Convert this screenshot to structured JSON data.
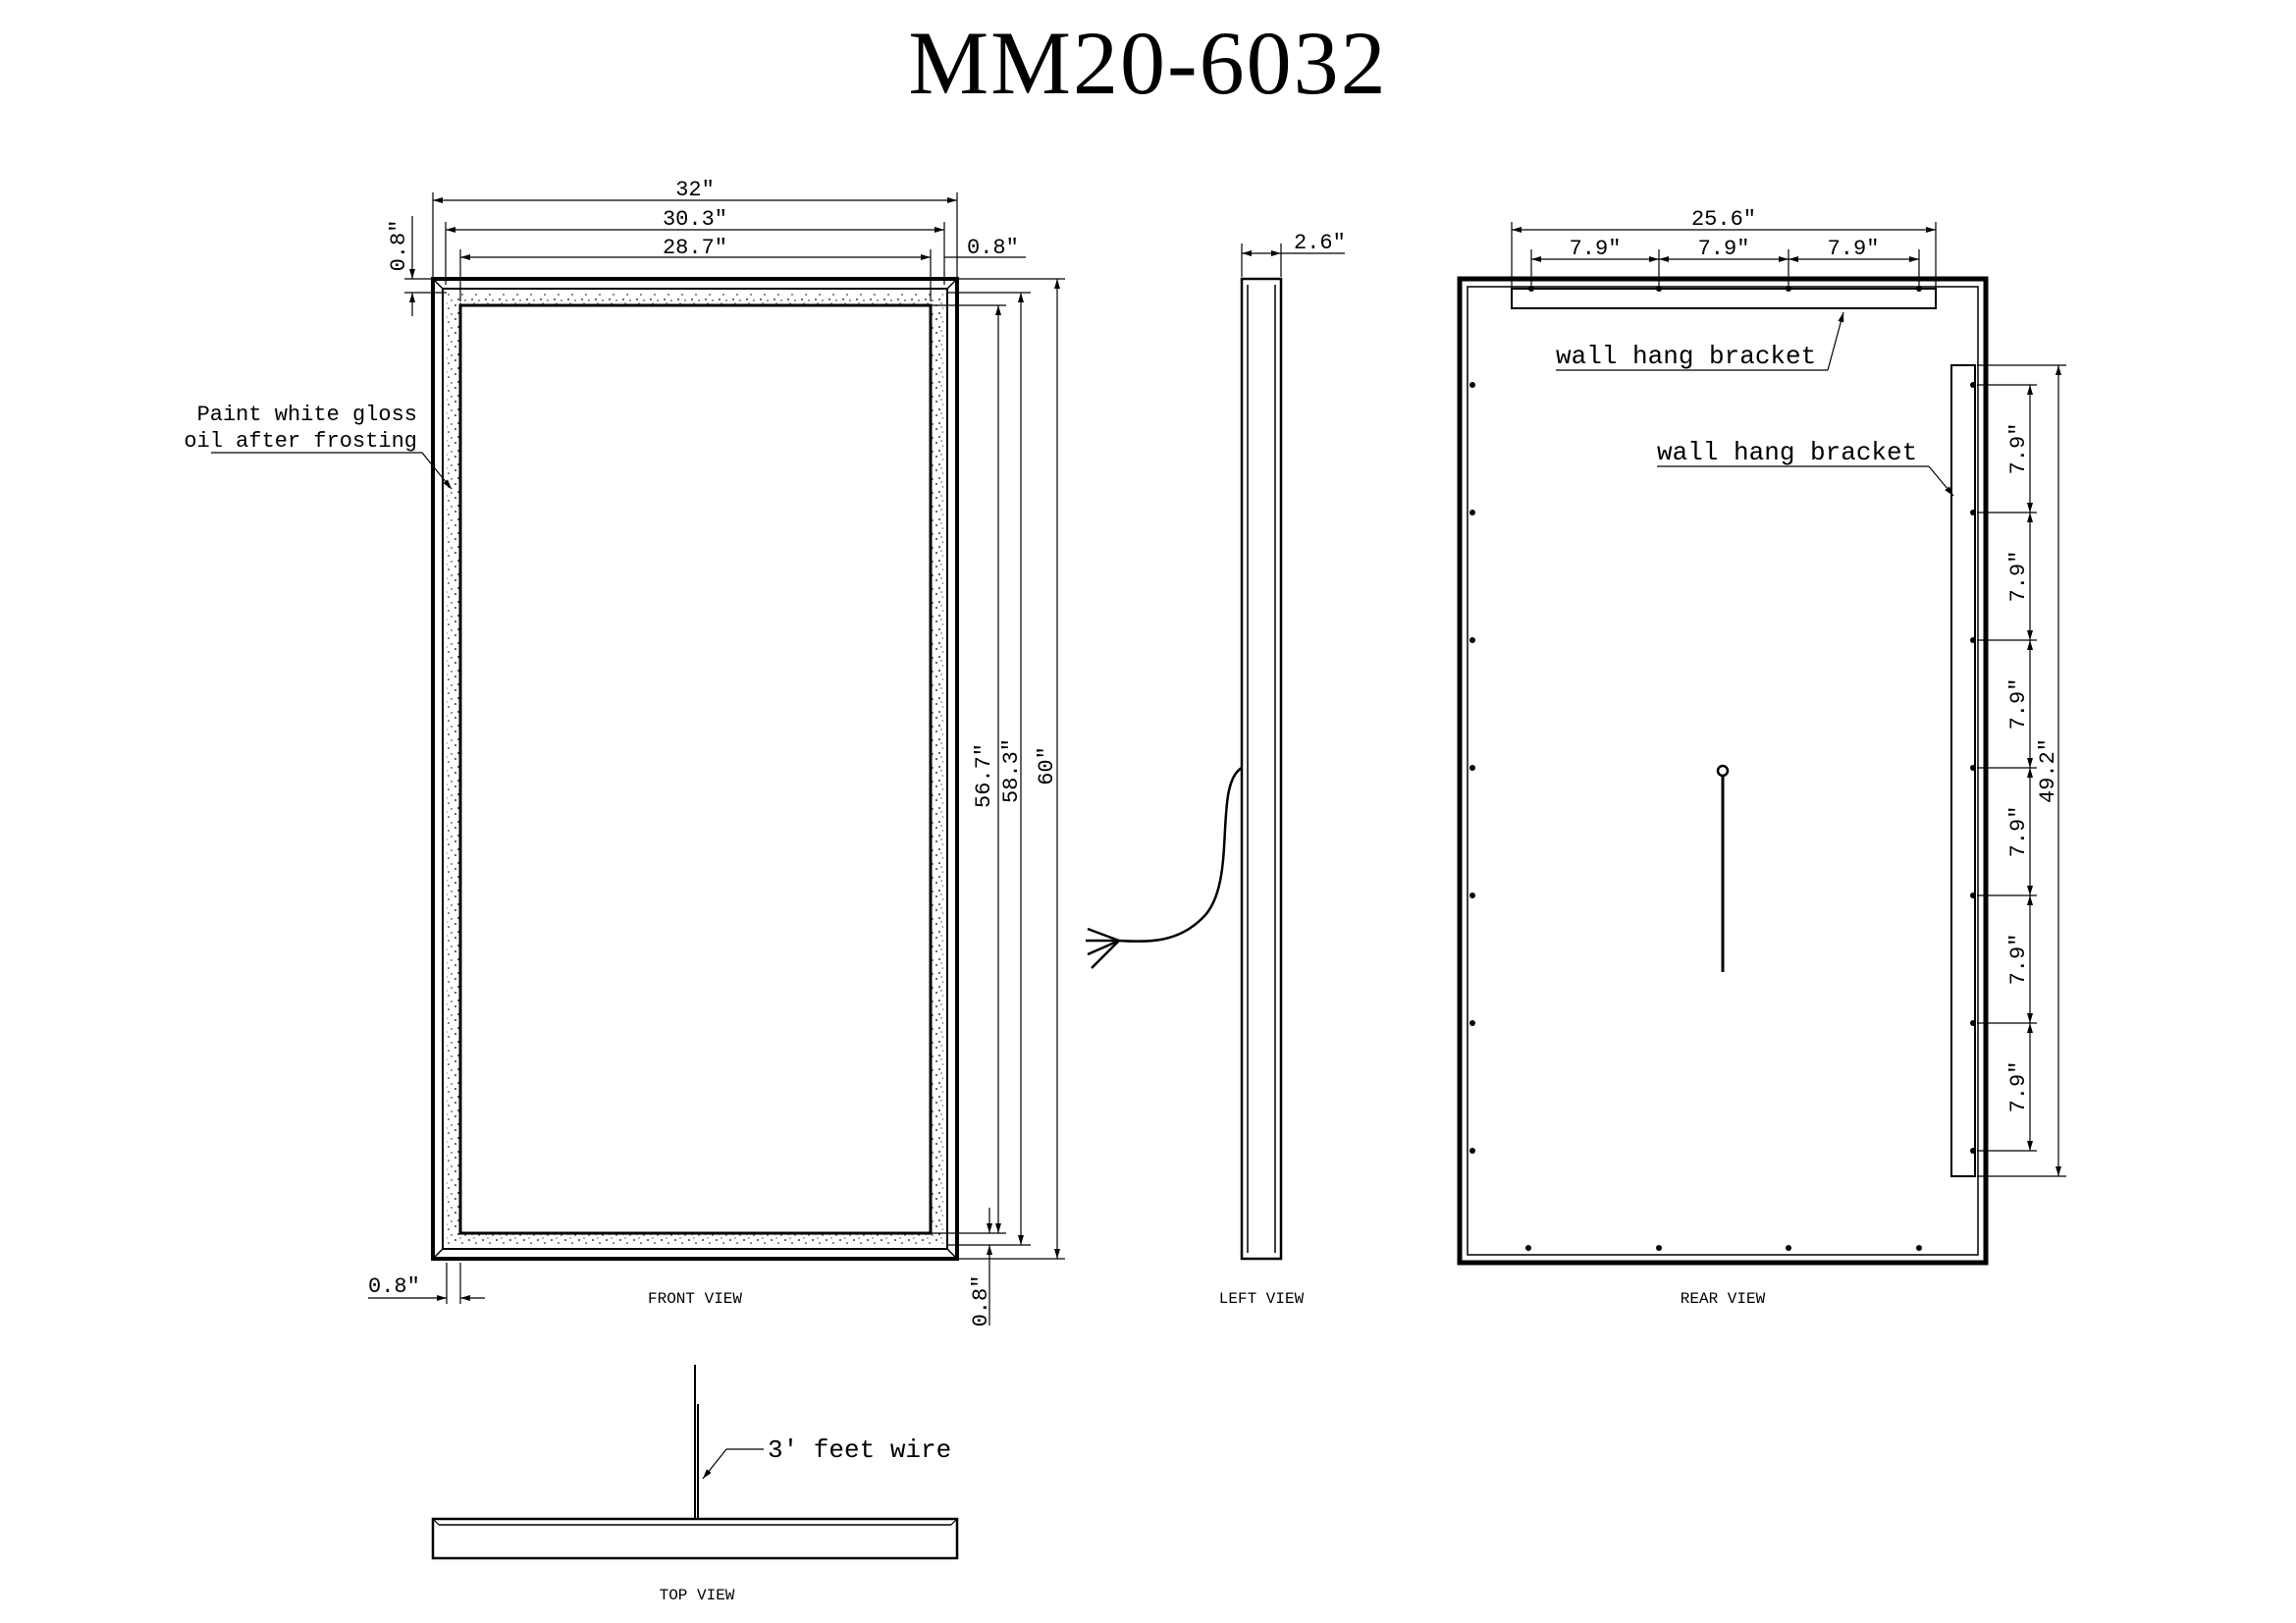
{
  "title": "MM20-6032",
  "views": {
    "front": "FRONT VIEW",
    "left": "LEFT VIEW",
    "rear": "REAR VIEW",
    "top": "TOP VIEW"
  },
  "notes": {
    "frosting_line1": "Paint white gloss",
    "frosting_line2": "oil after frosting",
    "bracket_top": "wall hang bracket",
    "bracket_side": "wall hang bracket",
    "wire": "3′ feet wire"
  },
  "front_dims": {
    "overall_width": "32″",
    "width_2": "30.3″",
    "width_3": "28.7″",
    "border_top_right": "0.8″",
    "border_top_left": "0.8″",
    "border_bottom_left": "0.8″",
    "border_bottom_right": "0.8″",
    "height_1": "56.7″",
    "height_2": "58.3″",
    "overall_height": "60″"
  },
  "left_dims": {
    "depth": "2.6″"
  },
  "rear_dims": {
    "bracket_width": "25.6″",
    "top_spacing": [
      "7.9″",
      "7.9″",
      "7.9″"
    ],
    "side_spacing": [
      "7.9″",
      "7.9″",
      "7.9″",
      "7.9″",
      "7.9″",
      "7.9″"
    ],
    "side_total": "49.2″"
  }
}
